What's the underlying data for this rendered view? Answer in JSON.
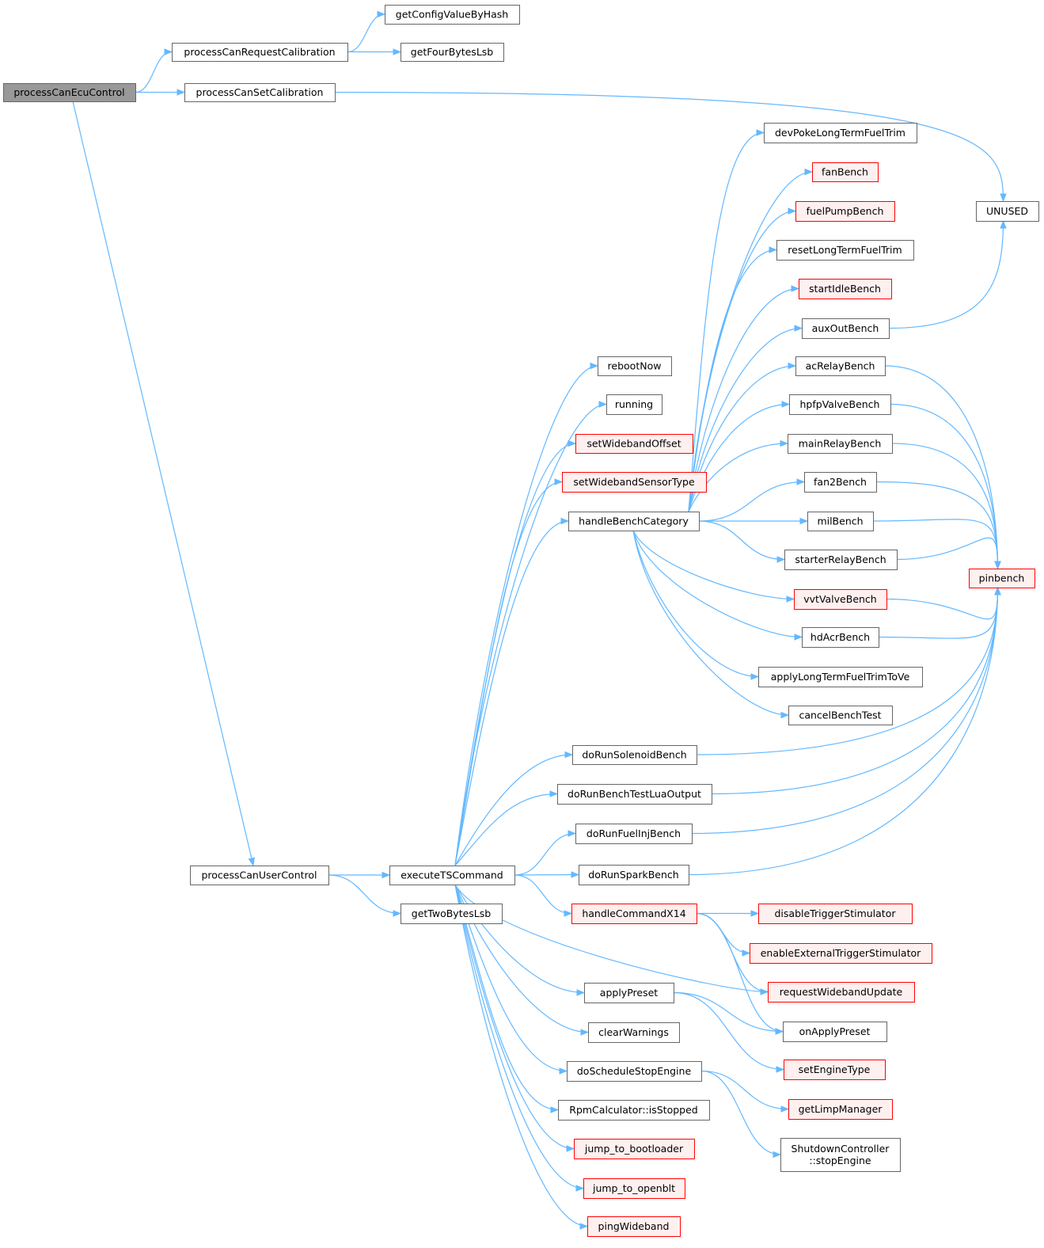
{
  "title": "processCanEcuControl call graph",
  "colors": {
    "edge": "#63b8ff",
    "border": "#666666",
    "truncated_border": "#ff0000",
    "truncated_fill": "#fff0f0",
    "root_fill": "#999999"
  },
  "nodes": [
    {
      "id": "ecu",
      "label": "processCanEcuControl",
      "style": "root"
    },
    {
      "id": "reqCal",
      "label": "processCanRequestCalibration",
      "style": "normal"
    },
    {
      "id": "setCal",
      "label": "processCanSetCalibration",
      "style": "normal"
    },
    {
      "id": "getConfig",
      "label": "getConfigValueByHash",
      "style": "normal"
    },
    {
      "id": "getFour",
      "label": "getFourBytesLsb",
      "style": "normal"
    },
    {
      "id": "unused",
      "label": "UNUSED",
      "style": "normal"
    },
    {
      "id": "devPoke",
      "label": "devPokeLongTermFuelTrim",
      "style": "normal"
    },
    {
      "id": "fanBench",
      "label": "fanBench",
      "style": "red"
    },
    {
      "id": "fuelPump",
      "label": "fuelPumpBench",
      "style": "red"
    },
    {
      "id": "resetLtft",
      "label": "resetLongTermFuelTrim",
      "style": "normal"
    },
    {
      "id": "startIdle",
      "label": "startIdleBench",
      "style": "red"
    },
    {
      "id": "auxOut",
      "label": "auxOutBench",
      "style": "normal"
    },
    {
      "id": "acRelay",
      "label": "acRelayBench",
      "style": "normal"
    },
    {
      "id": "hpfp",
      "label": "hpfpValveBench",
      "style": "normal"
    },
    {
      "id": "mainRelay",
      "label": "mainRelayBench",
      "style": "normal"
    },
    {
      "id": "fan2",
      "label": "fan2Bench",
      "style": "normal"
    },
    {
      "id": "mil",
      "label": "milBench",
      "style": "normal"
    },
    {
      "id": "starter",
      "label": "starterRelayBench",
      "style": "normal"
    },
    {
      "id": "vvt",
      "label": "vvtValveBench",
      "style": "red"
    },
    {
      "id": "hdAcr",
      "label": "hdAcrBench",
      "style": "normal"
    },
    {
      "id": "applyLtft",
      "label": "applyLongTermFuelTrimToVe",
      "style": "normal"
    },
    {
      "id": "cancel",
      "label": "cancelBenchTest",
      "style": "normal"
    },
    {
      "id": "pinbench",
      "label": "pinbench",
      "style": "red"
    },
    {
      "id": "reboot",
      "label": "rebootNow",
      "style": "normal"
    },
    {
      "id": "running",
      "label": "running",
      "style": "normal"
    },
    {
      "id": "wbOffset",
      "label": "setWidebandOffset",
      "style": "red"
    },
    {
      "id": "wbSensor",
      "label": "setWidebandSensorType",
      "style": "red"
    },
    {
      "id": "handleBench",
      "label": "handleBenchCategory",
      "style": "normal"
    },
    {
      "id": "solenoid",
      "label": "doRunSolenoidBench",
      "style": "normal"
    },
    {
      "id": "lua",
      "label": "doRunBenchTestLuaOutput",
      "style": "normal"
    },
    {
      "id": "fuelInj",
      "label": "doRunFuelInjBench",
      "style": "normal"
    },
    {
      "id": "spark",
      "label": "doRunSparkBench",
      "style": "normal"
    },
    {
      "id": "x14",
      "label": "handleCommandX14",
      "style": "red"
    },
    {
      "id": "applyPreset",
      "label": "applyPreset",
      "style": "normal"
    },
    {
      "id": "clearWarn",
      "label": "clearWarnings",
      "style": "normal"
    },
    {
      "id": "schedStop",
      "label": "doScheduleStopEngine",
      "style": "normal"
    },
    {
      "id": "isStopped",
      "label": "RpmCalculator::isStopped",
      "style": "normal"
    },
    {
      "id": "bootloader",
      "label": "jump_to_bootloader",
      "style": "red"
    },
    {
      "id": "openblt",
      "label": "jump_to_openblt",
      "style": "red"
    },
    {
      "id": "pingWb",
      "label": "pingWideband",
      "style": "red"
    },
    {
      "id": "userCtl",
      "label": "processCanUserControl",
      "style": "normal"
    },
    {
      "id": "execTs",
      "label": "executeTSCommand",
      "style": "normal"
    },
    {
      "id": "getTwo",
      "label": "getTwoBytesLsb",
      "style": "normal"
    },
    {
      "id": "disTrig",
      "label": "disableTriggerStimulator",
      "style": "red"
    },
    {
      "id": "enTrig",
      "label": "enableExternalTriggerStimulator",
      "style": "red"
    },
    {
      "id": "reqWb",
      "label": "requestWidebandUpdate",
      "style": "red"
    },
    {
      "id": "onApply",
      "label": "onApplyPreset",
      "style": "normal"
    },
    {
      "id": "setEngine",
      "label": "setEngineType",
      "style": "red"
    },
    {
      "id": "limp",
      "label": "getLimpManager",
      "style": "red"
    },
    {
      "id": "stopEngine",
      "label": "ShutdownController\n::stopEngine",
      "style": "normal"
    }
  ],
  "edges": [
    [
      "ecu",
      "reqCal"
    ],
    [
      "ecu",
      "setCal"
    ],
    [
      "ecu",
      "userCtl"
    ],
    [
      "reqCal",
      "getConfig"
    ],
    [
      "reqCal",
      "getFour"
    ],
    [
      "setCal",
      "unused"
    ],
    [
      "userCtl",
      "execTs"
    ],
    [
      "userCtl",
      "getTwo"
    ],
    [
      "execTs",
      "reboot"
    ],
    [
      "execTs",
      "running"
    ],
    [
      "execTs",
      "wbOffset"
    ],
    [
      "execTs",
      "wbSensor"
    ],
    [
      "execTs",
      "handleBench"
    ],
    [
      "execTs",
      "solenoid"
    ],
    [
      "execTs",
      "lua"
    ],
    [
      "execTs",
      "fuelInj"
    ],
    [
      "execTs",
      "spark"
    ],
    [
      "execTs",
      "x14"
    ],
    [
      "execTs",
      "reqWb"
    ],
    [
      "execTs",
      "applyPreset"
    ],
    [
      "execTs",
      "clearWarn"
    ],
    [
      "execTs",
      "schedStop"
    ],
    [
      "execTs",
      "isStopped"
    ],
    [
      "execTs",
      "bootloader"
    ],
    [
      "execTs",
      "openblt"
    ],
    [
      "execTs",
      "pingWb"
    ],
    [
      "handleBench",
      "devPoke"
    ],
    [
      "handleBench",
      "fanBench"
    ],
    [
      "handleBench",
      "fuelPump"
    ],
    [
      "handleBench",
      "resetLtft"
    ],
    [
      "handleBench",
      "startIdle"
    ],
    [
      "handleBench",
      "auxOut"
    ],
    [
      "handleBench",
      "acRelay"
    ],
    [
      "handleBench",
      "hpfp"
    ],
    [
      "handleBench",
      "mainRelay"
    ],
    [
      "handleBench",
      "fan2"
    ],
    [
      "handleBench",
      "mil"
    ],
    [
      "handleBench",
      "starter"
    ],
    [
      "handleBench",
      "vvt"
    ],
    [
      "handleBench",
      "hdAcr"
    ],
    [
      "handleBench",
      "applyLtft"
    ],
    [
      "handleBench",
      "cancel"
    ],
    [
      "auxOut",
      "unused"
    ],
    [
      "acRelay",
      "pinbench"
    ],
    [
      "hpfp",
      "pinbench"
    ],
    [
      "mainRelay",
      "pinbench"
    ],
    [
      "fan2",
      "pinbench"
    ],
    [
      "mil",
      "pinbench"
    ],
    [
      "starter",
      "pinbench"
    ],
    [
      "vvt",
      "pinbench"
    ],
    [
      "hdAcr",
      "pinbench"
    ],
    [
      "solenoid",
      "pinbench"
    ],
    [
      "lua",
      "pinbench"
    ],
    [
      "fuelInj",
      "pinbench"
    ],
    [
      "spark",
      "pinbench"
    ],
    [
      "x14",
      "disTrig"
    ],
    [
      "x14",
      "enTrig"
    ],
    [
      "x14",
      "reqWb"
    ],
    [
      "x14",
      "onApply"
    ],
    [
      "applyPreset",
      "onApply"
    ],
    [
      "applyPreset",
      "setEngine"
    ],
    [
      "schedStop",
      "limp"
    ],
    [
      "schedStop",
      "stopEngine"
    ]
  ]
}
